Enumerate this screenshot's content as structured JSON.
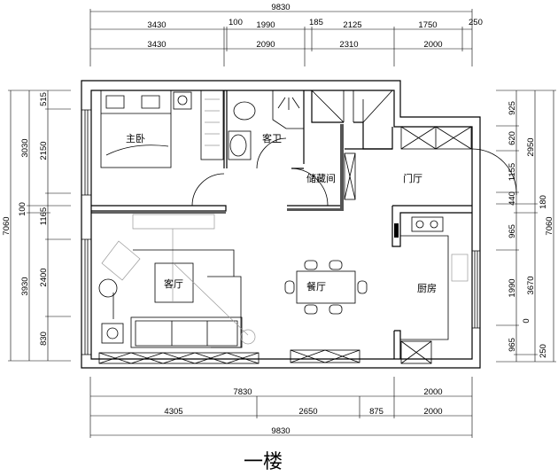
{
  "plan": {
    "title": "一楼",
    "rooms": {
      "master_bedroom": "主卧",
      "guest_bath": "客卫",
      "storage": "储藏间",
      "foyer": "门厅",
      "living_room": "客厅",
      "dining_room": "餐厅",
      "kitchen": "厨房"
    },
    "dims_top": {
      "total": "9830",
      "row1": [
        "3430",
        "100",
        "1990",
        "185",
        "2125",
        "1750",
        "250"
      ],
      "row2": [
        "3430",
        "2090",
        "2310",
        "2000"
      ]
    },
    "dims_left": {
      "total": "7060",
      "row1": [
        "3030",
        "100",
        "3930"
      ],
      "row2": [
        "515",
        "2150",
        "1165",
        "2400",
        "830"
      ]
    },
    "dims_right": {
      "total": "7060",
      "row1": [
        "925",
        "620",
        "1155",
        "440",
        "965",
        "1990",
        "0",
        "965"
      ],
      "row2": [
        "2950",
        "180",
        "3670",
        "250"
      ]
    },
    "dims_bottom": {
      "row1": [
        "7830",
        "2000"
      ],
      "row2": [
        "4305",
        "2650",
        "875",
        "2000"
      ],
      "total": "9830"
    }
  }
}
